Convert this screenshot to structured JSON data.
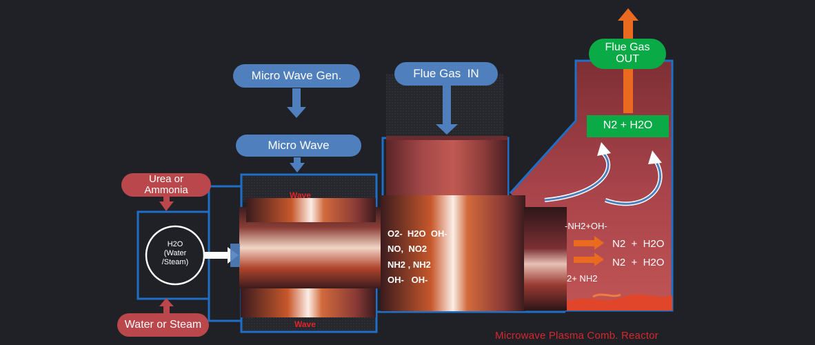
{
  "colors": {
    "background": "#202126",
    "frame_blue": "#1f6fc6",
    "label_blue": "#4f7fbd",
    "label_red": "#b9474b",
    "label_green": "#0aaa46",
    "arrow_orange": "#ea6b1f",
    "reactor_title_red": "#d8262c"
  },
  "labels": {
    "microwave_gen": "Micro Wave Gen.",
    "microwave": "Micro Wave",
    "flue_gas_in": "Flue Gas  IN",
    "flue_gas_out_line1": "Flue Gas",
    "flue_gas_out_line2": "OUT",
    "urea_line1": "Urea or",
    "urea_line2": "Ammonia",
    "water_or_steam": "Water or Steam",
    "h2o_line1": "H2O",
    "h2o_line2": "(Water",
    "h2o_line3": "/Steam)",
    "wave_top": "Wave",
    "wave_bottom": "Wave",
    "n2_h2o_box": "N2 + H2O",
    "reactor_title": "Microwave Plasma Comb. Reactor"
  },
  "species": {
    "line1": "O2-  H2O  OH-",
    "line2": "NO,  NO2",
    "line3": "NH2 , NH2",
    "line4": "OH-   OH-",
    "reactor_top": "-NH2+OH-",
    "product1": "N2  +  H2O",
    "product2": "N2  +  H2O",
    "reactor_bottom": "2+ NH2"
  }
}
